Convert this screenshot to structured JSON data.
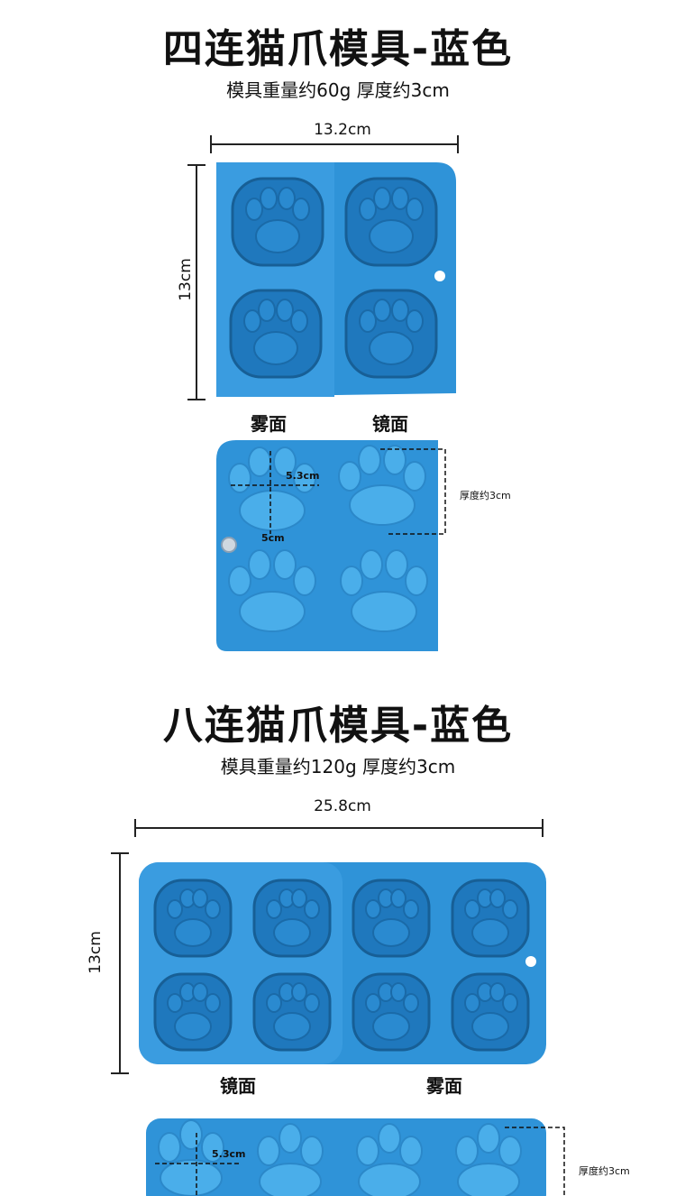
{
  "section1": {
    "title": "四连猫爪模具-蓝色",
    "subtitle": "模具重量约60g  厚度约3cm",
    "width_label": "13.2cm",
    "height_label": "13cm",
    "label_left": "雾面",
    "label_right": "镜面",
    "detail_width": "5.3cm",
    "detail_height": "5cm",
    "detail_thickness": "厚度约3cm"
  },
  "section2": {
    "title": "八连猫爪模具-蓝色",
    "subtitle": "模具重量约120g  厚度约3cm",
    "width_label": "25.8cm",
    "height_label": "13cm",
    "label_left": "镜面",
    "label_right": "雾面",
    "detail_width": "5.3cm",
    "detail_thickness": "厚度约3cm"
  },
  "colors": {
    "mold_blue": "#2f93d8",
    "mold_light": "#4aaeea",
    "mold_dark": "#1f6fae"
  }
}
